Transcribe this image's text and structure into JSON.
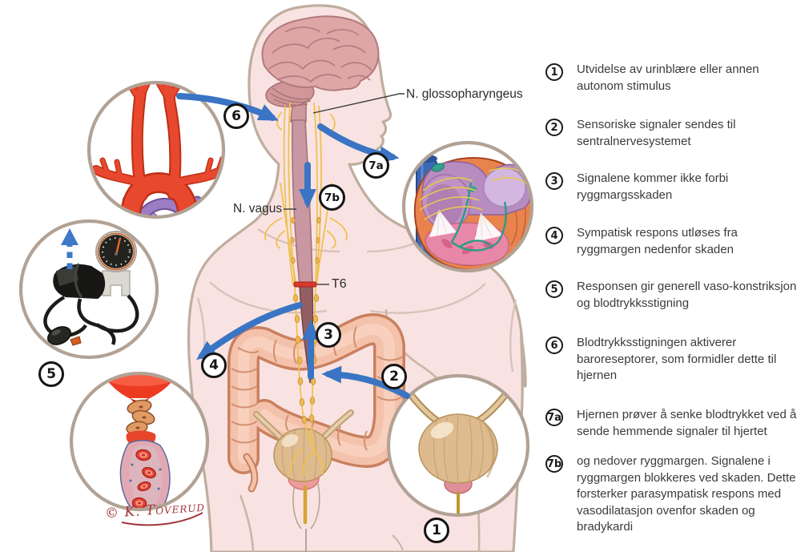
{
  "diagram_labels": {
    "glossopharyngeus": "N. glossopharyngeus",
    "vagus": "N. vagus",
    "t6": "T6"
  },
  "signature": "© K. Toverud",
  "markers": {
    "m1": "1",
    "m2": "2",
    "m3": "3",
    "m4": "4",
    "m5": "5",
    "m6": "6",
    "m7a": "7a",
    "m7b": "7b"
  },
  "legend": {
    "items": [
      {
        "num": "1",
        "text": "Utvidelse av urinblære eller annen autonom stimulus"
      },
      {
        "num": "2",
        "text": "Sensoriske signaler sendes til sentralnervesystemet"
      },
      {
        "num": "3",
        "text": "Signalene kommer ikke forbi ryggmargsskaden"
      },
      {
        "num": "4",
        "text": "Sympatisk respons utløses fra ryggmargen nedenfor skaden"
      },
      {
        "num": "5",
        "text": "Responsen gir generell vaso-konstriksjon og blodtrykksstigning"
      },
      {
        "num": "6",
        "text": "Blodtrykksstigningen aktiverer baroreseptorer, som formidler dette til hjernen"
      },
      {
        "num": "7a",
        "text": "Hjernen prøver å senke blodtrykket ved å sende hemmende signaler til hjertet"
      },
      {
        "num": "7b",
        "text": "og nedover ryggmargen. Signalene i ryggmargen blokkeres ved skaden. Dette forsterker parasympatisk respons med vasodilatasjon ovenfor skaden og bradykardi"
      }
    ]
  },
  "colors": {
    "arrow_blue": "#3a74c4",
    "body_fill": "#f9e3e2",
    "body_outline": "#bfae9f",
    "nerve_yellow": "#f0c053",
    "t6_mark_red": "#d8382c",
    "signature_red": "#a2353c",
    "cord_upper": "#c897a2",
    "cord_lower": "#935f63",
    "intestine": "#f4c2ab",
    "bladder_tan": "#ddbb8f",
    "artery_red": "#e8482e",
    "heart_muscle_orange": "#e8834e",
    "atria_purple": "#b78cc0",
    "ventricle_pink": "#e888a9",
    "conduction_green": "#2b9b84",
    "vessel_wall_pink": "#e2a9b4",
    "rbc_red": "#d6352b",
    "circle_ring": "#b2a295"
  }
}
